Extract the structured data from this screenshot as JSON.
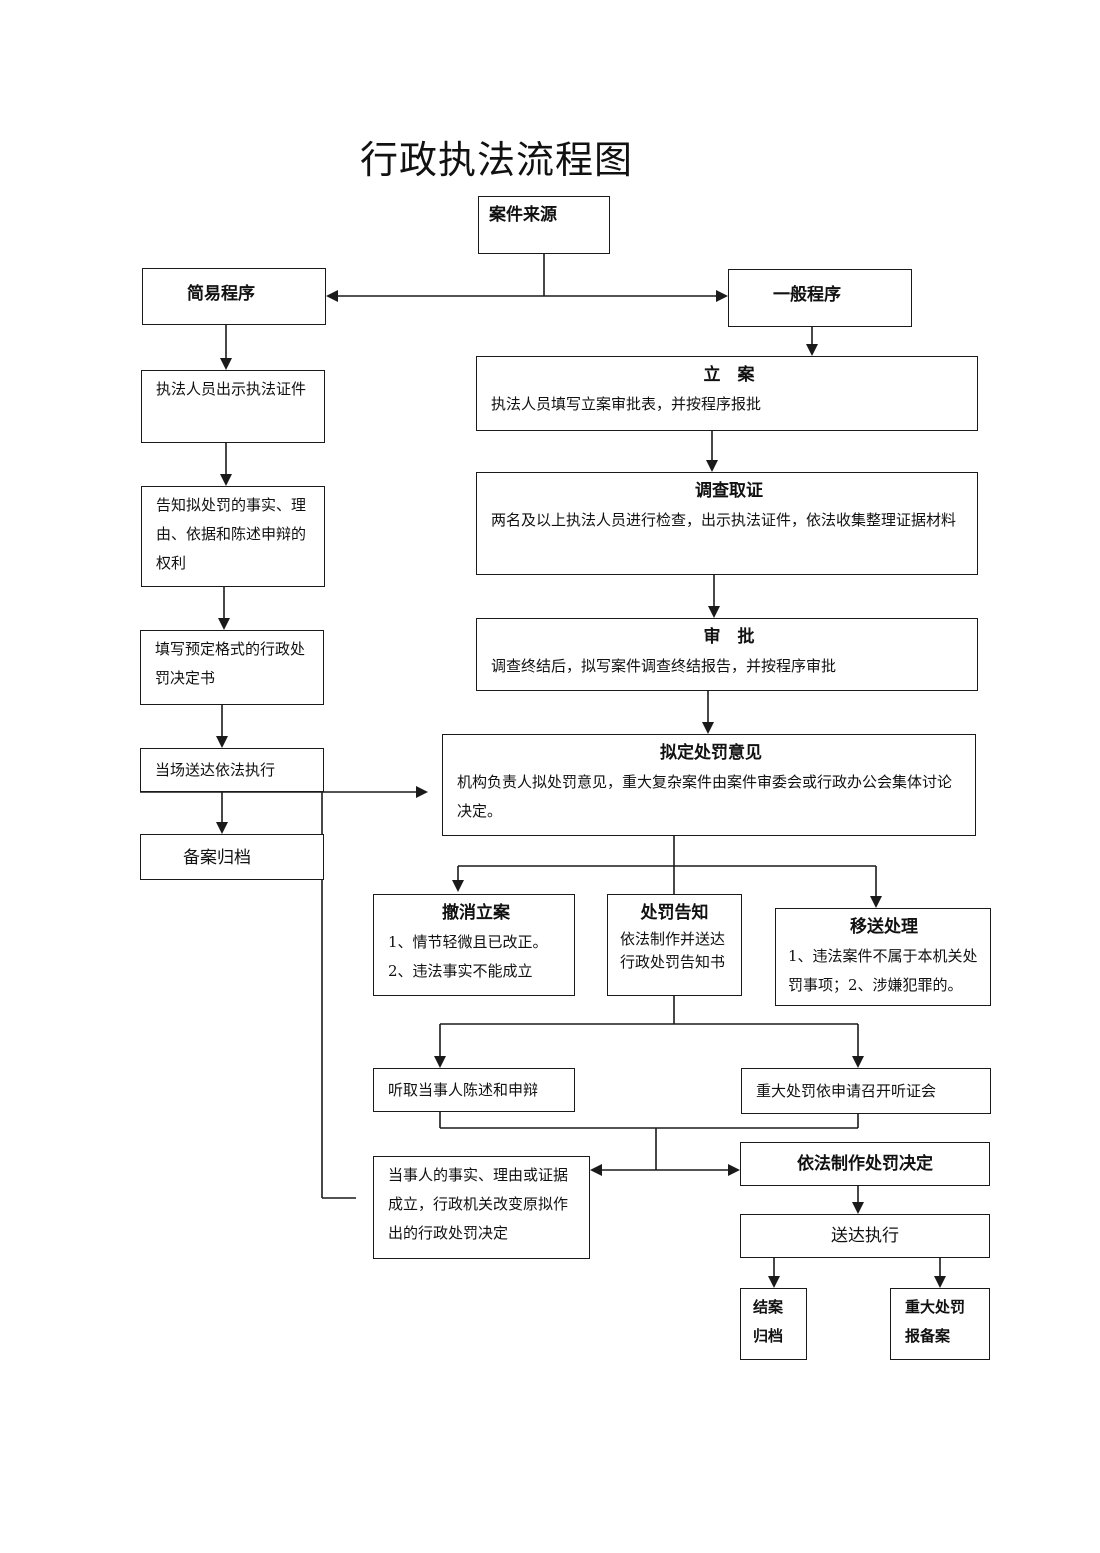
{
  "title": "行政执法流程图",
  "nodes": {
    "source": "案件来源",
    "simple": "简易程序",
    "general": "一般程序",
    "s1": "执法人员出示执法证件",
    "s2": "告知拟处罚的事实、理由、依据和陈述申辩的权利",
    "s3": "填写预定格式的行政处罚决定书",
    "s4": "当场送达依法执行",
    "s5": "备案归档",
    "lian": {
      "title": "立　案",
      "body": "执法人员填写立案审批表，并按程序报批"
    },
    "diaocha": {
      "title": "调查取证",
      "body": "两名及以上执法人员进行检查，出示执法证件，依法收集整理证据材料"
    },
    "shenpi": {
      "title": "审　批",
      "body": "调查终结后，拟写案件调查终结报告，并按程序审批"
    },
    "niding": {
      "title": "拟定处罚意见",
      "body": "机构负责人拟处罚意见，重大复杂案件由案件审委会或行政办公会集体讨论决定。"
    },
    "chexiao": {
      "title": "撤消立案",
      "body1": "1、情节轻微且已改正。",
      "body2": "2、违法事实不能成立"
    },
    "gaozhi": {
      "title": "处罚告知",
      "body": "依法制作并送达行政处罚告知书"
    },
    "yisong": {
      "title": "移送处理",
      "body": "1、违法案件不属于本机关处罚事项；2、涉嫌犯罪的。"
    },
    "tingqu": "听取当事人陈述和申辩",
    "tingzheng": "重大处罚依申请召开听证会",
    "gaibian": "当事人的事实、理由或证据成立，行政机关改变原拟作出的行政处罚决定",
    "zhizuo": "依法制作处罚决定",
    "songda": "送达执行",
    "jiean": "结案归档",
    "beian": "重大处罚报备案"
  }
}
